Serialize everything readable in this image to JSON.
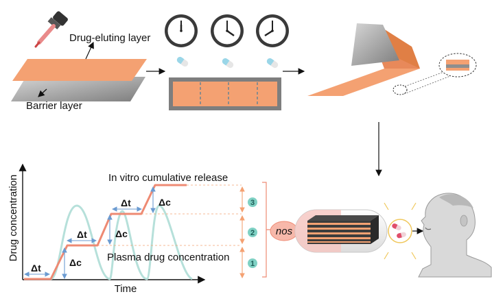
{
  "labels": {
    "drug_eluting_layer": "Drug-eluting layer",
    "barrier_layer": "Barrier layer",
    "in_vitro_release": "In vitro cumulative release",
    "plasma_concentration": "Plasma drug concentration",
    "y_axis": "Drug concentration",
    "x_axis": "Time",
    "capsule_label": "nos"
  },
  "deltas": {
    "dt": "Δt",
    "dc": "Δc"
  },
  "release_stages": [
    "1",
    "2",
    "3"
  ],
  "colors": {
    "orange": "#f4a172",
    "orange_dark": "#e07f45",
    "staircase": "#ee8a73",
    "plasma": "#b6e0da",
    "delta_arrow": "#6b9bd1",
    "badge": "#7fd1c4",
    "gray": "#8e8e8e"
  },
  "icons": [
    "dropper-icon",
    "clock-icon",
    "capsule-icon",
    "human-head-icon",
    "pill-cup-icon"
  ]
}
